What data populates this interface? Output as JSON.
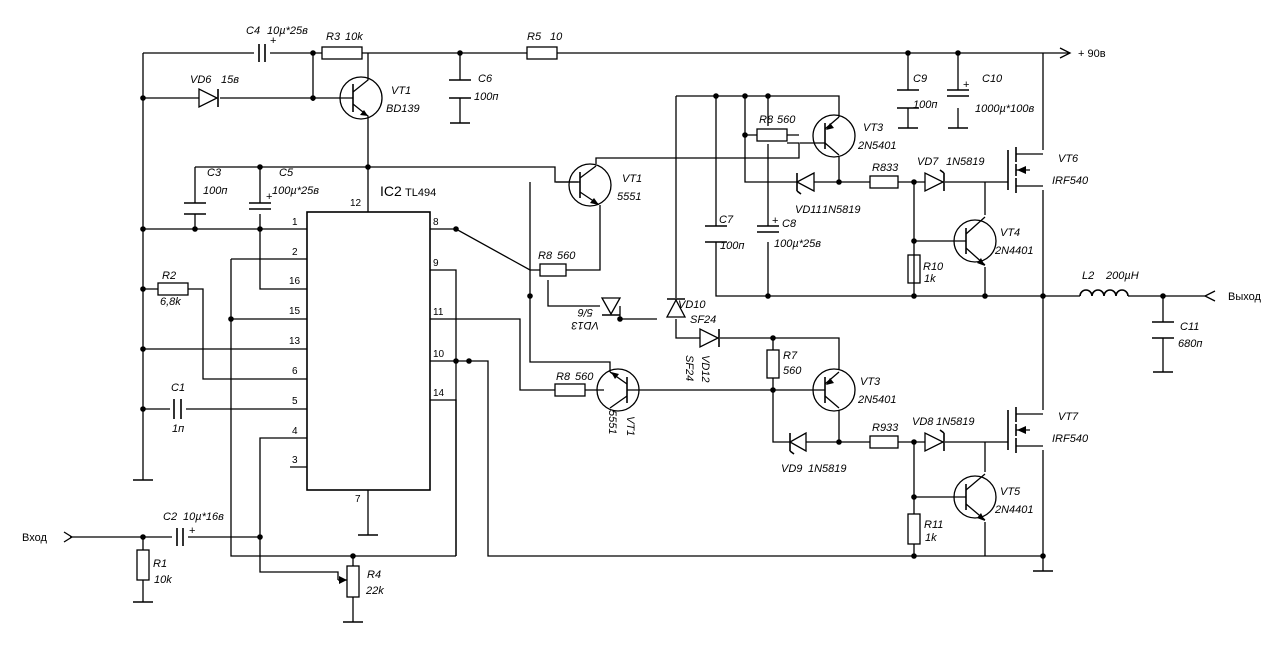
{
  "supply": "+ 90в",
  "input": "Вход",
  "output": "Выход",
  "ic": {
    "ref": "IC2",
    "type": "TL494",
    "pins": {
      "p1": "1",
      "p2": "2",
      "p3": "3",
      "p4": "4",
      "p5": "5",
      "p6": "6",
      "p7": "7",
      "p8": "8",
      "p9": "9",
      "p10": "10",
      "p11": "11",
      "p12": "12",
      "p13": "13",
      "p14": "14",
      "p15": "15",
      "p16": "16"
    }
  },
  "components": {
    "C4": {
      "ref": "C4",
      "value": "10µ*25в"
    },
    "R3": {
      "ref": "R3",
      "value": "10k"
    },
    "R5": {
      "ref": "R5",
      "value": "10"
    },
    "VD6": {
      "ref": "VD6",
      "value": "15в"
    },
    "VT1a": {
      "ref": "VT1",
      "value": "BD139"
    },
    "C6": {
      "ref": "C6",
      "value": "100п"
    },
    "C9": {
      "ref": "C9",
      "value": "100п"
    },
    "C10": {
      "ref": "C10",
      "value": "1000µ*100в"
    },
    "C3": {
      "ref": "C3",
      "value": "100п"
    },
    "C5": {
      "ref": "C5",
      "value": "100µ*25в"
    },
    "VT1b": {
      "ref": "VT1",
      "value": "5551"
    },
    "R8a": {
      "ref": "R8",
      "value": "560"
    },
    "VT3a": {
      "ref": "VT3",
      "value": "2N5401"
    },
    "R8b": {
      "ref": "R8",
      "value": "33"
    },
    "VD7": {
      "ref": "VD7",
      "value": "1N5819"
    },
    "VT6": {
      "ref": "VT6",
      "value": "IRF540"
    },
    "VD11": {
      "ref": "VD11",
      "value": "1N5819"
    },
    "C8": {
      "ref": "C8",
      "value": "100µ*25в"
    },
    "C7": {
      "ref": "C7",
      "value": "100п"
    },
    "R8c": {
      "ref": "R8",
      "value": "560"
    },
    "VT4": {
      "ref": "VT4",
      "value": "2N4401"
    },
    "R10": {
      "ref": "R10",
      "value": "1k"
    },
    "R2": {
      "ref": "R2",
      "value": "6,8k"
    },
    "VD13": {
      "ref": "VD13",
      "value": "5/6"
    },
    "VD10": {
      "ref": "VD10",
      "value": "SF24"
    },
    "VD12": {
      "ref": "VD12",
      "value": "SF24"
    },
    "L2": {
      "ref": "L2",
      "value": "200µH"
    },
    "C11": {
      "ref": "C11",
      "value": "680п"
    },
    "R7": {
      "ref": "R7",
      "value": "560"
    },
    "R8d": {
      "ref": "R8",
      "value": "560"
    },
    "VT1c": {
      "ref": "VT1",
      "value": "5551"
    },
    "VT3b": {
      "ref": "VT3",
      "value": "2N5401"
    },
    "C1": {
      "ref": "C1",
      "value": "1п"
    },
    "VT7": {
      "ref": "VT7",
      "value": "IRF540"
    },
    "R9": {
      "ref": "R9",
      "value": "33"
    },
    "VD8": {
      "ref": "VD8",
      "value": "1N5819"
    },
    "VD9": {
      "ref": "VD9",
      "value": "1N5819"
    },
    "VT5": {
      "ref": "VT5",
      "value": "2N4401"
    },
    "R11": {
      "ref": "R11",
      "value": "1k"
    },
    "C2": {
      "ref": "C2",
      "value": "10µ*16в"
    },
    "R1": {
      "ref": "R1",
      "value": "10k"
    },
    "R4": {
      "ref": "R4",
      "value": "22k"
    }
  }
}
